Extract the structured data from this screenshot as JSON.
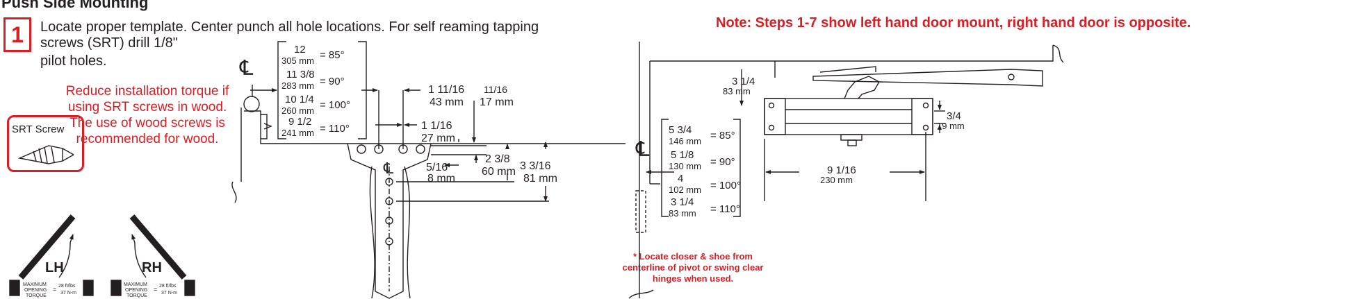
{
  "title": "Push Side Mounting",
  "step_number": "1",
  "instructions": {
    "line1": "Locate proper template. Center punch all hole locations. For self reaming tapping",
    "line2": "screws (SRT) drill 1/8\"",
    "line3": "pilot holes."
  },
  "note": "Note: Steps 1-7 show left hand door mount, right hand door is opposite.",
  "srt_label": "SRT Screw",
  "torque_note": "Reduce installation torque if using SRT screws in wood.  The use of wood screws is recommended for wood.",
  "locate_note": "* Locate closer & shoe from centerline of pivot or swing clear hinges when used.",
  "centerline_symbol": "℄",
  "hand_diagrams": [
    {
      "label": "LH",
      "max1": "MAXIMUM",
      "max2": "OPENING",
      "max3": "TORQUE",
      "eq": "=",
      "t1": "28 ft/lbs",
      "t2": "37 N-m"
    },
    {
      "label": "RH",
      "max1": "MAXIMUM",
      "max2": "OPENING",
      "max3": "TORQUE",
      "eq": "=",
      "t1": "28 ft/lbs",
      "t2": "37 N-m"
    }
  ],
  "left_table": [
    {
      "in": "12",
      "mm": "305 mm",
      "angle": "= 85°"
    },
    {
      "in": "11 3/8",
      "mm": "283 mm",
      "angle": "= 90°"
    },
    {
      "in": "10 1/4",
      "mm": "260 mm",
      "angle": "= 100°"
    },
    {
      "in": "9 1/2",
      "mm": "241 mm",
      "angle": "= 110°"
    }
  ],
  "shoe_dims": {
    "d1_in": "1 11/16",
    "d1_mm": "43 mm",
    "d2_in": "11/16",
    "d2_mm": "17 mm",
    "d3_in": "1 1/16",
    "d3_mm": "27 mm",
    "d4_in": "2 3/8",
    "d4_mm": "60 mm",
    "d5_in": "5/16",
    "d5_mm": "8 mm",
    "d6_in": "3 3/16",
    "d6_mm": "81 mm"
  },
  "right_table": [
    {
      "in": "5 3/4",
      "mm": "146 mm",
      "angle": "= 85°"
    },
    {
      "in": "5 1/8",
      "mm": "130 mm",
      "angle": "= 90°"
    },
    {
      "in": "4",
      "mm": "102 mm",
      "angle": "= 100°"
    },
    {
      "in": "3 1/4",
      "mm": "83 mm",
      "angle": "= 110°"
    }
  ],
  "closer_dims": {
    "top_in": "3 1/4",
    "top_mm": "83 mm",
    "side_in": "3/4",
    "side_mm": "19 mm",
    "width_in": "9 1/16",
    "width_mm": "230 mm"
  },
  "colors": {
    "accent": "#d71f26",
    "line": "#231f20"
  }
}
